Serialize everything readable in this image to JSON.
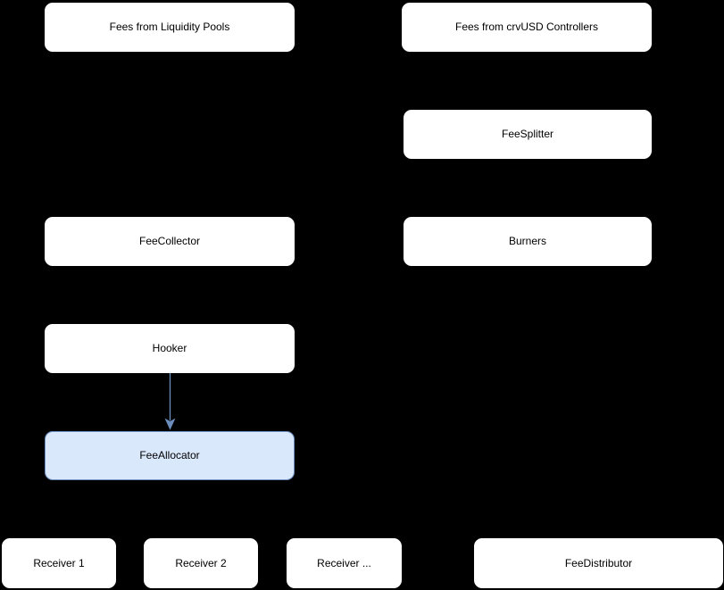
{
  "diagram": {
    "colors": {
      "background": "#000000",
      "node_fill": "#ffffff",
      "node_text": "#000000",
      "highlight_fill": "#dae8fc",
      "highlight_stroke": "#6c8ebf",
      "arrow": "#6c8ebf"
    },
    "nodes": [
      {
        "id": "fees-from-liquidity-pools",
        "label": "Fees from Liquidity Pools"
      },
      {
        "id": "fees-from-crvusd-controllers",
        "label": "Fees from crvUSD Controllers"
      },
      {
        "id": "feesplitter",
        "label": "FeeSplitter"
      },
      {
        "id": "feecollector",
        "label": "FeeCollector"
      },
      {
        "id": "burners",
        "label": "Burners"
      },
      {
        "id": "hooker",
        "label": "Hooker"
      },
      {
        "id": "feeallocator",
        "label": "FeeAllocator",
        "highlighted": true
      },
      {
        "id": "receiver-1",
        "label": "Receiver 1"
      },
      {
        "id": "receiver-2",
        "label": "Receiver 2"
      },
      {
        "id": "receiver-more",
        "label": "Receiver ..."
      },
      {
        "id": "feedistributor",
        "label": "FeeDistributor"
      }
    ],
    "edges": [
      {
        "id": "hooker-to-feeallocator",
        "from": "Hooker",
        "to": "FeeAllocator",
        "direction": "down"
      }
    ]
  }
}
